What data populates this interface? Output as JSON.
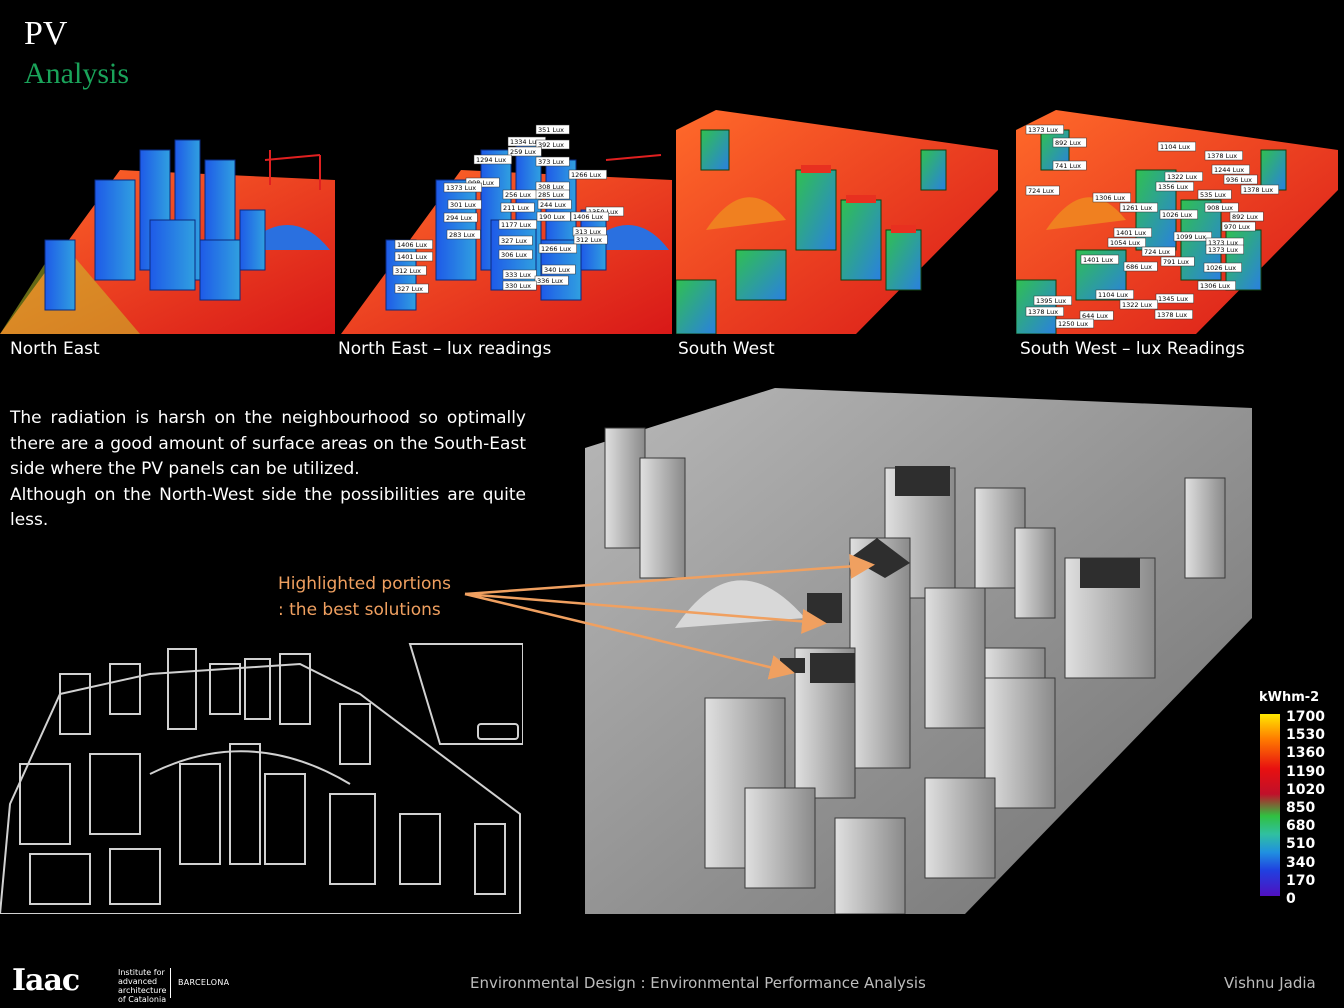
{
  "slide": {
    "title_line1": "PV",
    "title_line2": "Analysis"
  },
  "panels": [
    {
      "caption": "North East"
    },
    {
      "caption": "North East – lux readings"
    },
    {
      "caption": "South West"
    },
    {
      "caption": "South West – lux Readings"
    }
  ],
  "ne_lux_labels": [
    "351 Lux",
    "1334 Lux",
    "392 Lux",
    "259 Lux",
    "1294 Lux",
    "373 Lux",
    "1266 Lux",
    "998 Lux",
    "1373 Lux",
    "308 Lux",
    "256 Lux",
    "285 Lux",
    "301 Lux",
    "244 Lux",
    "211 Lux",
    "1350 Lux",
    "1406 Lux",
    "294 Lux",
    "190 Lux",
    "1177 Lux",
    "313 Lux",
    "283 Lux",
    "327 Lux",
    "312 Lux",
    "1266 Lux",
    "1406 Lux",
    "306 Lux",
    "1401 Lux",
    "312 Lux",
    "340 Lux",
    "333 Lux",
    "336 Lux",
    "330 Lux",
    "327 Lux"
  ],
  "sw_lux_labels": [
    "1373 Lux",
    "892 Lux",
    "1104 Lux",
    "1378 Lux",
    "741 Lux",
    "1244 Lux",
    "1322 Lux",
    "936 Lux",
    "1356 Lux",
    "1378 Lux",
    "535 Lux",
    "724 Lux",
    "1306 Lux",
    "908 Lux",
    "1261 Lux",
    "1026 Lux",
    "892 Lux",
    "970 Lux",
    "1401 Lux",
    "1099 Lux",
    "1054 Lux",
    "1373 Lux",
    "724 Lux",
    "1373 Lux",
    "1401 Lux",
    "686 Lux",
    "791 Lux",
    "1026 Lux",
    "1306 Lux",
    "1104 Lux",
    "1395 Lux",
    "1345 Lux",
    "1322 Lux",
    "1378 Lux",
    "644 Lux",
    "1378 Lux",
    "1250 Lux"
  ],
  "description": {
    "para1": "The radiation is harsh on the neighbourhood so optimally there are a good amount of surface areas on the South-East side where the PV panels can be utilized.",
    "para2": "Although on the North-West side the possibilities are quite less."
  },
  "annotation": {
    "line1": "Highlighted portions",
    "line2": ": the best solutions",
    "color": "#f0a060"
  },
  "legend": {
    "unit": "kWhm-2",
    "values": [
      "1700",
      "1530",
      "1360",
      "1190",
      "1020",
      "850",
      "680",
      "510",
      "340",
      "170",
      "0"
    ]
  },
  "footer": {
    "logo_word": "Iaac",
    "logo_institute": [
      "Institute for",
      "advanced",
      "architecture",
      "of Catalonia"
    ],
    "logo_city": "BARCELONA",
    "course": "Environmental Design : Environmental Performance Analysis",
    "author": "Vishnu Jadia"
  },
  "colors": {
    "accent_green": "#1aa35a",
    "annotation_orange": "#f0a060",
    "heat_red": "#e83020",
    "heat_blue": "#2060e0"
  }
}
